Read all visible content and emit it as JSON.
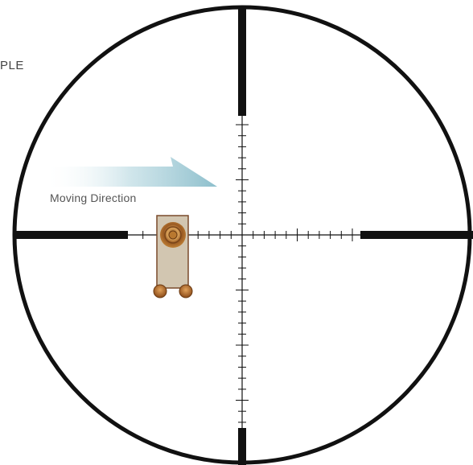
{
  "corner_text": "PLE",
  "arrow": {
    "label": "Moving Direction",
    "direction": "right",
    "color": "#9ec8d4"
  },
  "colors": {
    "reticle": "#111111",
    "target_fill": "#d2c6b1",
    "target_stroke": "#7a4a2a",
    "bullseye": "#b9782f",
    "wheel": "#c47a2e"
  }
}
